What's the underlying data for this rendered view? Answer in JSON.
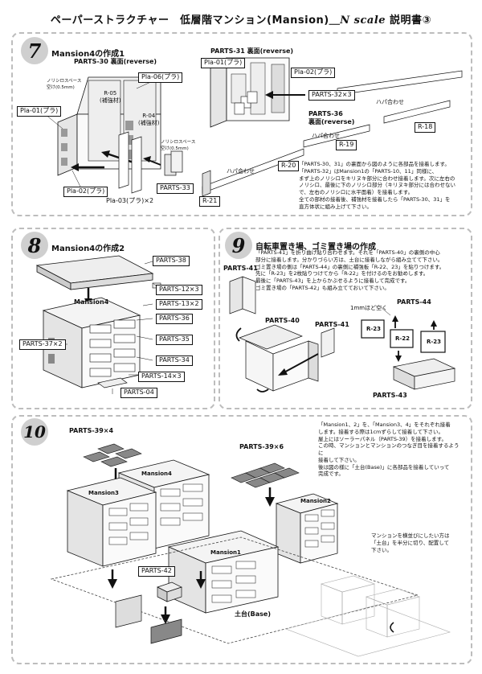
{
  "title": {
    "main": "ペーパーストラクチャー　低層階マンション(Mansion)＿",
    "scale": "N scale",
    "suffix": " 説明書③"
  },
  "step7": {
    "number": "7",
    "heading": "Mansion4の作成1",
    "parts30_label": "PARTS-30 裏面(reverse)",
    "parts31_label": "PARTS-31 裏面(reverse)",
    "parts36_label": "PARTS-36",
    "parts36_sub": "裏面(reverse)",
    "nori_space_left": "ノリシロスペース\n空け(0.5mm)",
    "nori_space_right": "ノリシロスペース\n空け(0.5mm)",
    "labels": {
      "pla01a": "Pla-01(プラ)",
      "pla06": "Pla-06(プラ)",
      "r05": "R-05\n(補強材)",
      "r04": "R-04\n(補強材)",
      "pla02a": "Pla-02(プラ)",
      "pla03": "Pla-03(プラ)×2",
      "parts33": "PARTS-33",
      "pla01b": "Pla-01(プラ)",
      "pla02b": "Pla-02(プラ)",
      "parts32": "PARTS-32×3",
      "r18": "R-18",
      "r19": "R-19",
      "r20": "R-20",
      "r21": "R-21",
      "hapa1": "ハパ合わせ",
      "hapa2": "ハパ合わせ",
      "hapa3": "ハパ合わせ"
    },
    "note": "「PARTS-30、31」の裏面から図のように各部品を接着します。\n「PARTS-32」はMansion1の「PARTS-10、11」同様に、\nまず上のノリシロをキリヌキ部分に合わせ接着します。次に左右の\nノリシロ、最後に下のノリシロ部分（キリヌキ部分には合わせない\nで、左右のノリシロに水平面着）を接着します。\n全ての部材の接着後、補強材を接着したら「PARTS-30、31」を\n直方体状に組み上げて下さい。"
  },
  "step8": {
    "number": "8",
    "heading": "Mansion4の作成2",
    "mansion_label": "Mansion4",
    "labels": {
      "parts38": "PARTS-38",
      "parts12": "PARTS-12×3",
      "parts13": "PARTS-13×2",
      "parts36": "PARTS-36",
      "parts37": "PARTS-37×2",
      "parts35": "PARTS-35",
      "parts34": "PARTS-34",
      "parts14": "PARTS-14×3",
      "parts04": "PARTS-04"
    }
  },
  "step9": {
    "number": "9",
    "heading": "自転車置き場、ゴミ置き場の作成",
    "note": "「PARTS-41」を折り曲げ貼り合わせます。それを「PARTS-40」の裏側の中心\n部分に接着します。分かりづらい方は、土台に接着しながら組み立てて下さい。\nゴミ置き場の側は「PARTS-44」の裏側に補強板「R-22、23」を貼りつけます。\n先に「R-23」を2枚貼りつけてから「R-22」を付けるのをお勧めします。\n最後に「PARTS-43」を上からかぶせるように接着して完成です。\nゴミ置き場の「PARTS-42」も組み立てておいて下さい。",
    "labels": {
      "parts41a": "PARTS-41",
      "parts40": "PARTS-40",
      "parts41b": "PARTS-41",
      "parts44": "PARTS-44",
      "gap": "1mmほど空く",
      "r23a": "R-23",
      "r22": "R-22",
      "r23b": "R-23",
      "parts43": "PARTS-43"
    }
  },
  "step10": {
    "number": "10",
    "note": "「Mansion1、2」を、「Mansion3、4」をそれぞれ接着\nします。接着する際は1cmずらして接着して下さい。\n屋上にはソーラーパネル（PARTS-39）を接着します。\nこの時、マンションとマンションのつなぎ目を接着するように\n接着して下さい。\n後は図の様に「土台(Base)」に各部品を接着していって\n完成です。",
    "side_note": "マンションを横並びにしたい方は\n「土台」を半分に切り、配置して\n下さい。",
    "labels": {
      "parts39a": "PARTS-39×4",
      "parts39b": "PARTS-39×6",
      "mansion4": "Mansion4",
      "mansion3": "Mansion3",
      "mansion2": "Mansion2",
      "mansion1": "Mansion1",
      "parts42": "PARTS-42",
      "base": "土台(Base)"
    }
  }
}
